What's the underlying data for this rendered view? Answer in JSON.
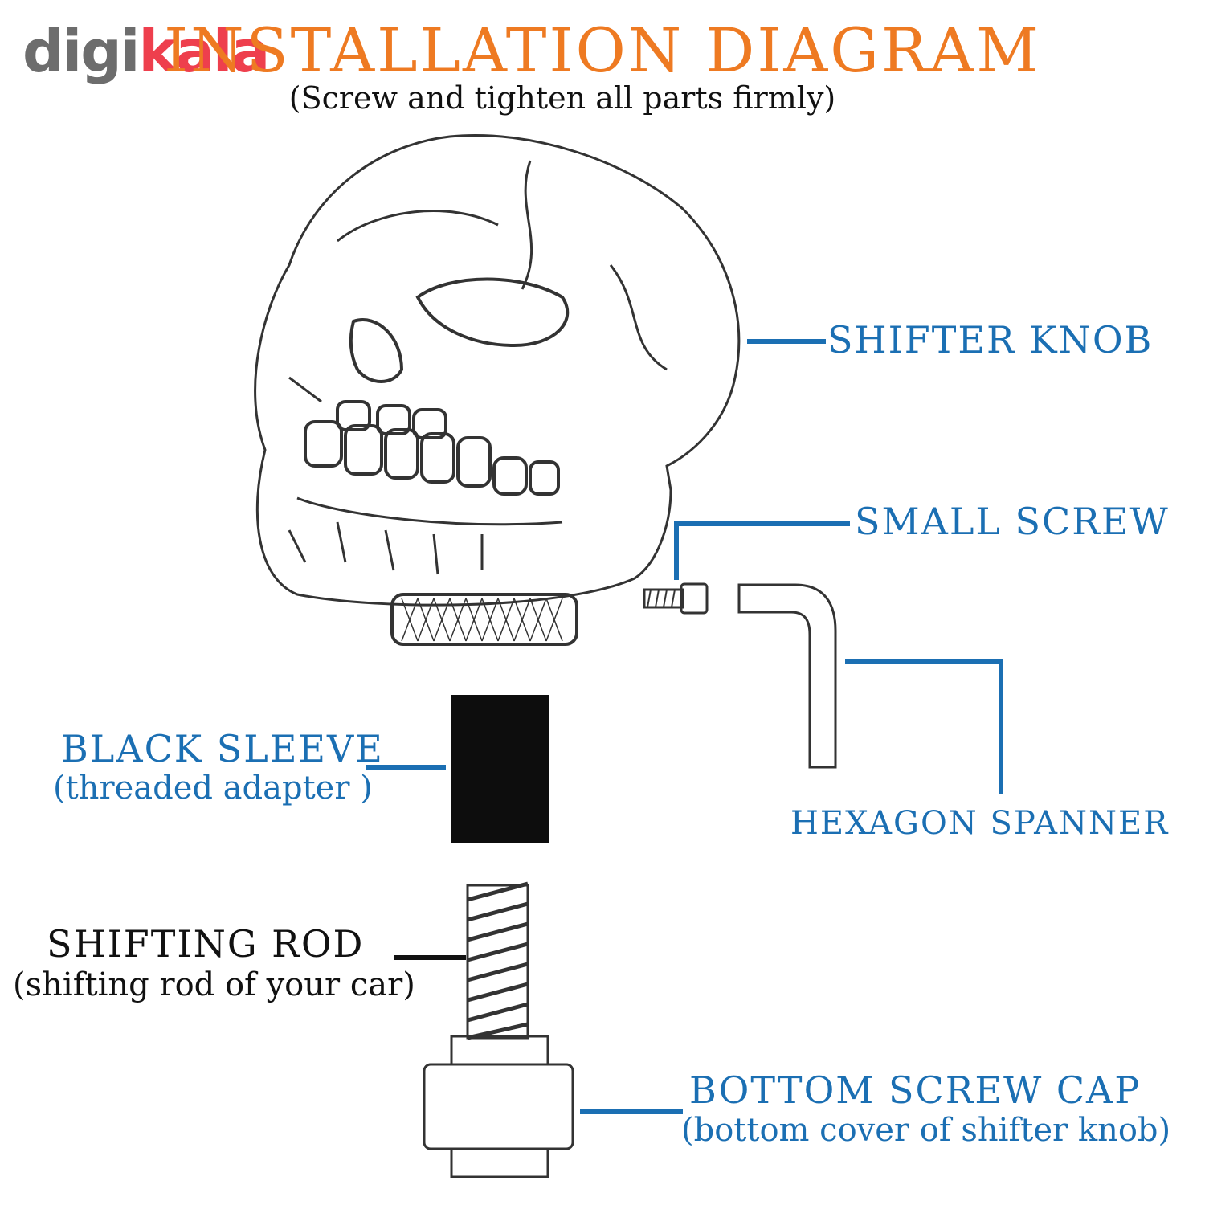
{
  "logo": {
    "part1": "digi",
    "part2": "kala"
  },
  "header": {
    "title": "INSTALLATION  DIAGRAM",
    "subtitle": "(Screw and tighten all parts firmly)"
  },
  "parts": {
    "shifter_knob": {
      "label": "SHIFTER KNOB"
    },
    "small_screw": {
      "label": "SMALL SCREW"
    },
    "hexagon_spanner": {
      "label": "HEXAGON SPANNER"
    },
    "black_sleeve": {
      "label": "BLACK SLEEVE",
      "sublabel": "(threaded adapter )"
    },
    "shifting_rod": {
      "label": "SHIFTING ROD",
      "sublabel": "(shifting rod of your car)"
    },
    "bottom_screw_cap": {
      "label": "BOTTOM SCREW CAP",
      "sublabel": "(bottom cover of shifter knob)"
    }
  },
  "colors": {
    "title": "#ee7a22",
    "label_blue": "#1b6fb3",
    "leader_blue": "#1b6fb3",
    "dark": "#111111",
    "logo_gray": "#6d6d6d",
    "logo_red": "#ee3f4d"
  }
}
